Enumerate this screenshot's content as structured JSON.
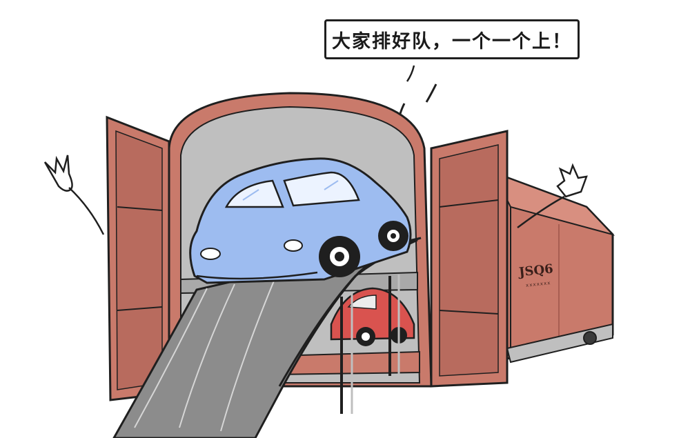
{
  "speech_bubble": {
    "text": "大家排好队，一个一个上！"
  },
  "container": {
    "marking": "JSQ6",
    "sub_marking": "xxxxxxx"
  },
  "colors": {
    "container_red": "#c97a6b",
    "container_dark": "#a85e52",
    "interior_gray": "#bfbfbf",
    "ramp_gray": "#8c8c8c",
    "car_blue": "#9dbcf0",
    "car_red": "#d9534f",
    "outline": "#1f1f1f"
  },
  "icons": [
    "waving-hand-left",
    "waving-hand-right",
    "sweat-drops"
  ]
}
